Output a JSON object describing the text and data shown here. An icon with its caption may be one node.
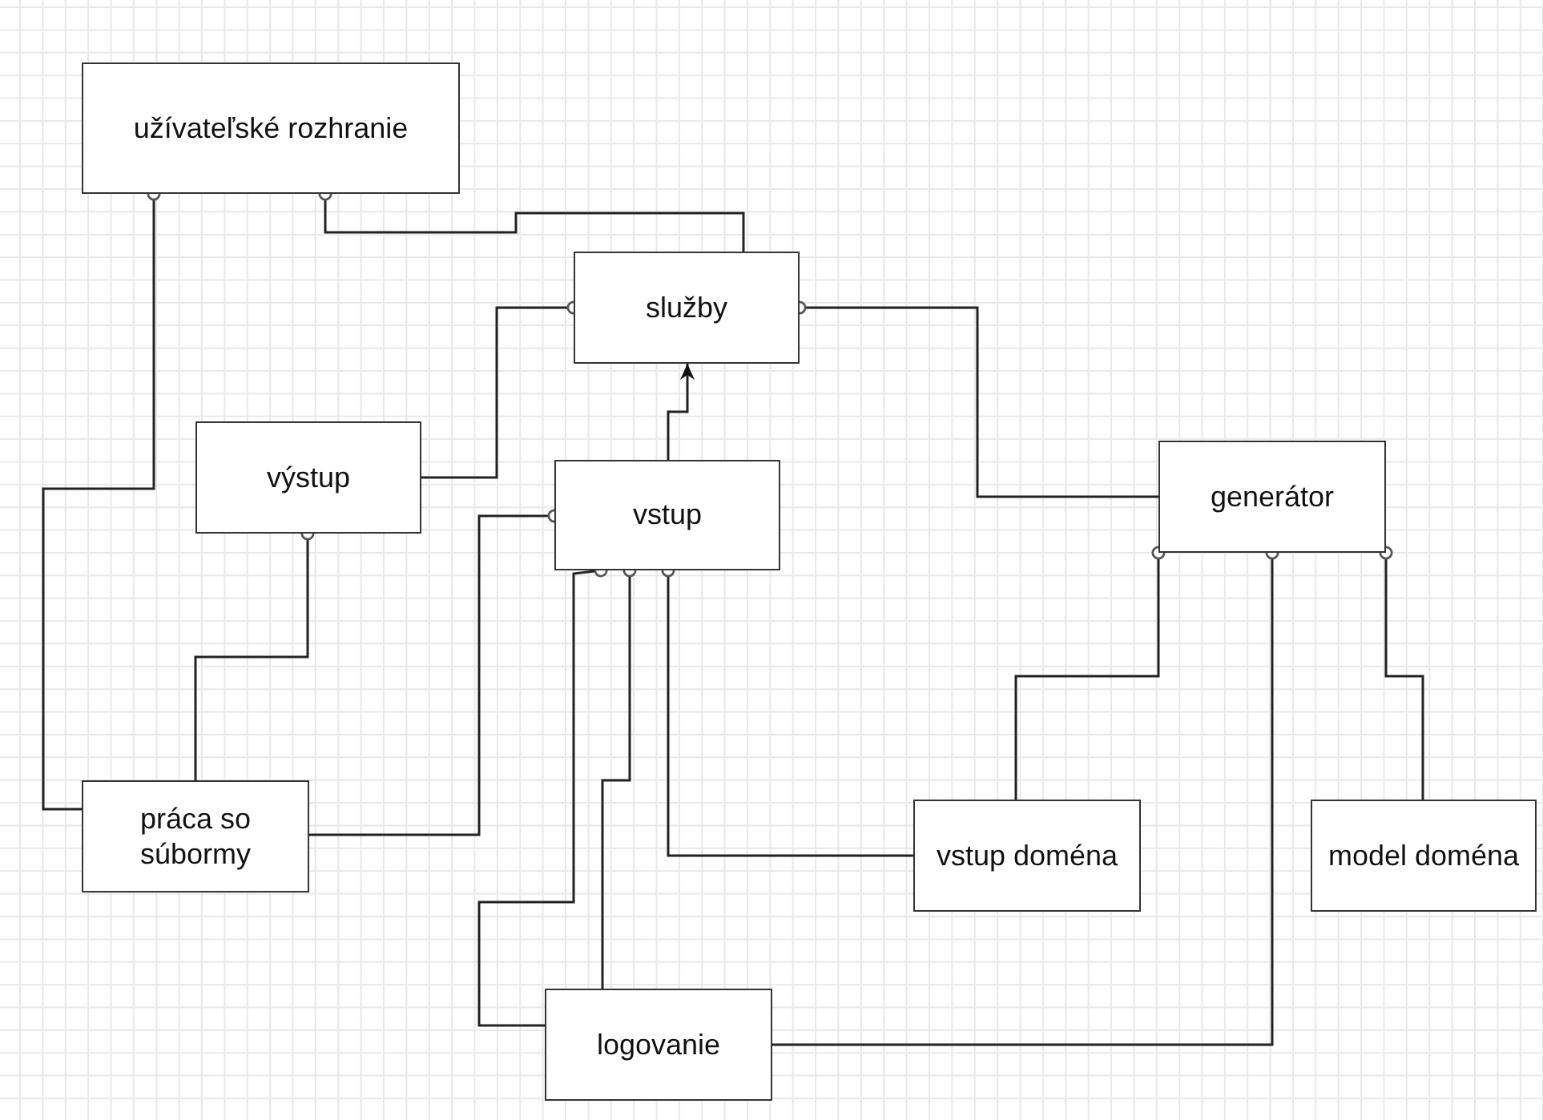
{
  "diagram": {
    "nodes": [
      {
        "text": [
          "užívateľské rozhranie"
        ]
      },
      {
        "text": [
          "služby"
        ]
      },
      {
        "text": [
          "výstup"
        ]
      },
      {
        "text": [
          "vstup"
        ]
      },
      {
        "text": [
          "generátor"
        ]
      },
      {
        "text": [
          "práca so súbormy"
        ]
      },
      {
        "text": [
          "vstup doména"
        ]
      },
      {
        "text": [
          "model doména"
        ]
      },
      {
        "text": [
          "logovanie"
        ]
      }
    ],
    "edges": [
      {
        "from": 0,
        "to": 5,
        "arrow": "other"
      },
      {
        "from": 0,
        "to": 1,
        "arrow": "other"
      },
      {
        "from": 1,
        "to": 2,
        "arrow": "other"
      },
      {
        "from": 3,
        "to": 1,
        "arrow": "to"
      },
      {
        "from": 1,
        "to": 4,
        "arrow": "other"
      },
      {
        "from": 2,
        "to": 5,
        "arrow": "other"
      },
      {
        "from": 3,
        "to": 5,
        "arrow": "other"
      },
      {
        "from": 3,
        "to": 8,
        "arrow": "other"
      },
      {
        "from": 3,
        "to": 8,
        "arrow": "other"
      },
      {
        "from": 3,
        "to": 6,
        "arrow": "other"
      },
      {
        "from": 4,
        "to": 6,
        "arrow": "other"
      },
      {
        "from": 4,
        "to": 8,
        "arrow": "other"
      },
      {
        "from": 4,
        "to": 7,
        "arrow": "other"
      }
    ]
  }
}
